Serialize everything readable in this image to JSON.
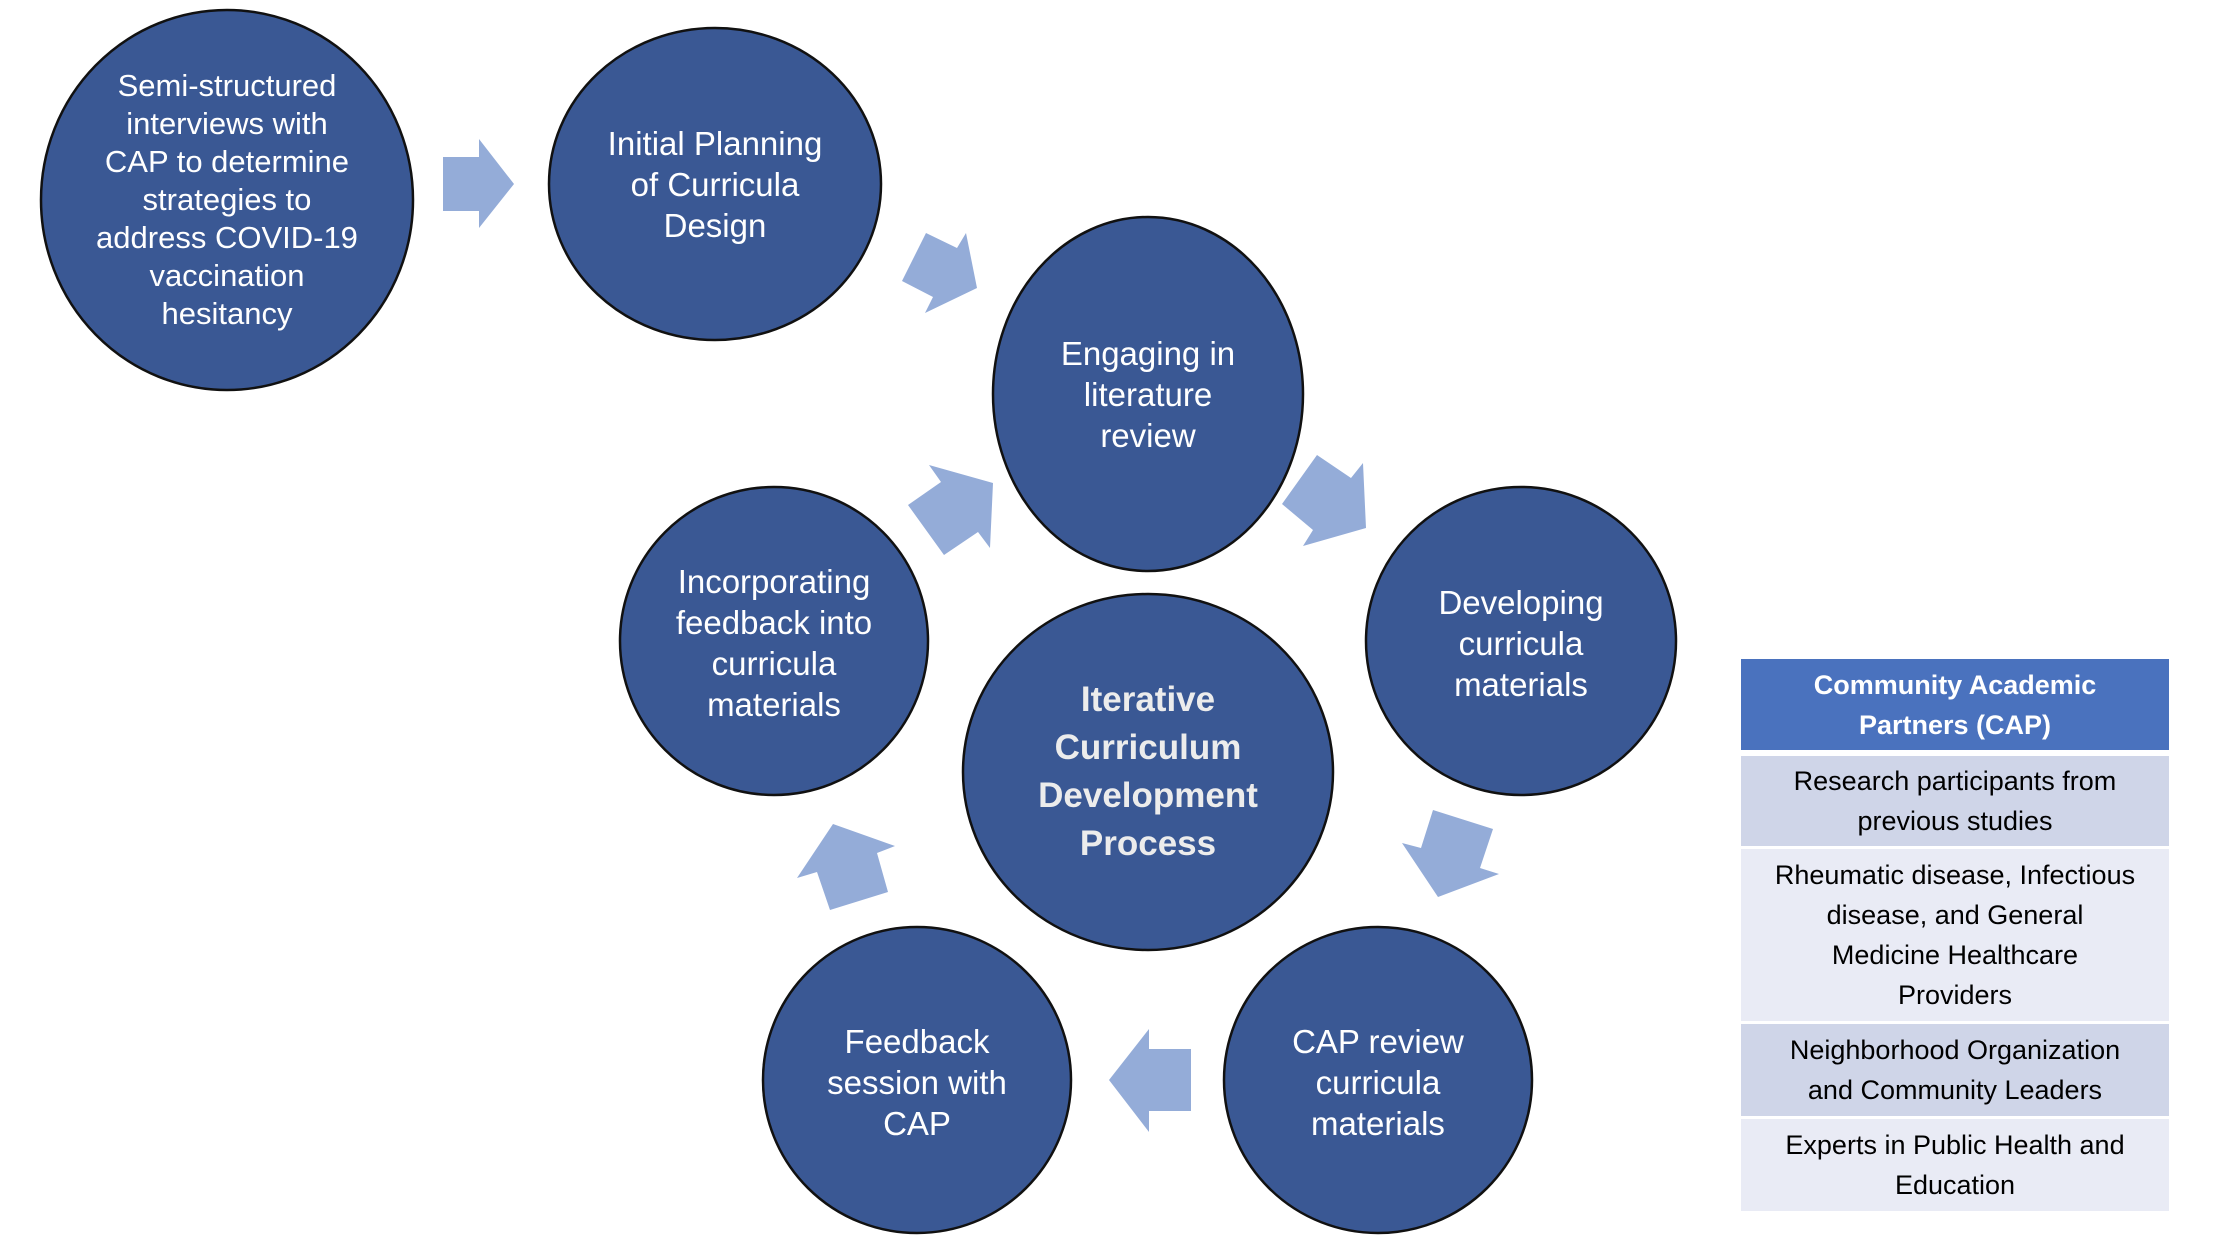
{
  "colors": {
    "node_fill": "#3a5894",
    "node_stroke": "#111111",
    "arrow_fill": "#94acd8",
    "table_header": "#4a72be",
    "table_row_dark": "#cfd5e8",
    "table_row_light": "#e9ebf5"
  },
  "nodes": [
    {
      "id": "semi-structured-interviews",
      "label": "Semi-structured\ninterviews with\nCAP to determine\nstrategies to\naddress COVID-19\nvaccination\nhesitancy"
    },
    {
      "id": "initial-planning",
      "label": "Initial Planning\nof Curricula\nDesign"
    },
    {
      "id": "literature-review",
      "label": "Engaging in\nliterature\nreview"
    },
    {
      "id": "developing-materials",
      "label": "Developing\ncurricula\nmaterials"
    },
    {
      "id": "cap-review",
      "label": "CAP review\ncurricula\nmaterials"
    },
    {
      "id": "feedback-session",
      "label": "Feedback\nsession with\nCAP"
    },
    {
      "id": "incorporating-feedback",
      "label": "Incorporating\nfeedback into\ncurricula\nmaterials"
    },
    {
      "id": "center-process",
      "label": "Iterative\nCurriculum\nDevelopment\nProcess"
    }
  ],
  "edges": [
    {
      "from": "semi-structured-interviews",
      "to": "initial-planning"
    },
    {
      "from": "initial-planning",
      "to": "literature-review"
    },
    {
      "from": "literature-review",
      "to": "developing-materials"
    },
    {
      "from": "developing-materials",
      "to": "cap-review"
    },
    {
      "from": "cap-review",
      "to": "feedback-session"
    },
    {
      "from": "feedback-session",
      "to": "incorporating-feedback"
    },
    {
      "from": "incorporating-feedback",
      "to": "literature-review"
    }
  ],
  "cap_table": {
    "header": "Community Academic\nPartners (CAP)",
    "rows": [
      "Research participants from\nprevious studies",
      "Rheumatic disease, Infectious\ndisease, and General\nMedicine Healthcare\nProviders",
      "Neighborhood Organization\nand Community Leaders",
      "Experts in Public Health and\nEducation"
    ]
  }
}
